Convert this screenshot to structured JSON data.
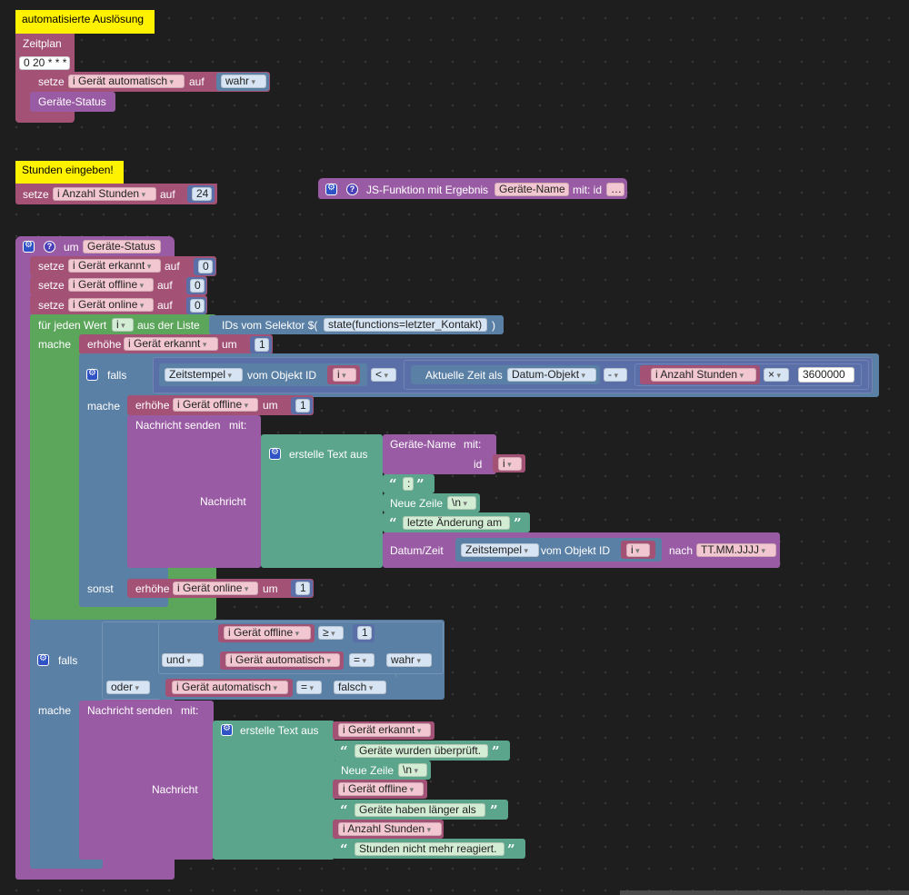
{
  "comments": {
    "auto_trigger": "automatisierte Auslösung",
    "hours_input": "Stunden eingeben!"
  },
  "colors": {
    "background": "#1e1e1e",
    "variables": "#a35276",
    "procedures": "#9a5ba5",
    "logic": "#5b80a5",
    "math": "#5a6ea7",
    "loops": "#5ca65c",
    "text": "#5ba58c",
    "comment": "#fff200"
  },
  "icons": {
    "mutator": "gear-icon",
    "help": "help-icon",
    "dropdown": "chevron-down-icon",
    "quote": "quote-icon"
  },
  "schedule": {
    "label": "Zeitplan",
    "cron": "0 20 * * *",
    "set_label": "setze",
    "var_auto": "i Gerät automatisch",
    "to_label": "auf",
    "value_true": "wahr",
    "call_status": "Geräte-Status"
  },
  "hours": {
    "set_label": "setze",
    "var": "i Anzahl Stunden",
    "to_label": "auf",
    "value": "24"
  },
  "js_func": {
    "label": "JS-Funktion mit Ergebnis",
    "name": "Geräte-Name",
    "with_label": "mit: id",
    "more": "…"
  },
  "proc": {
    "to_label": "um",
    "name": "Geräte-Status",
    "set_label": "setze",
    "to_word": "auf",
    "var_detected": "i Gerät erkannt",
    "var_offline": "i Gerät offline",
    "var_online": "i Gerät online",
    "zero": "0",
    "foreach_label": "für jeden Wert",
    "loop_var": "i",
    "from_list": "aus der Liste",
    "selector_label": "IDs vom Selektor $(",
    "selector_value": "state(functions=letzter_Kontakt)",
    "selector_close": ")",
    "do_label": "mache",
    "inc_label": "erhöhe",
    "by_label": "um",
    "one": "1",
    "if_label": "falls",
    "timestamp_label": "Zeitstempel",
    "of_object": "vom Objekt ID",
    "lt": "<",
    "now_label": "Aktuelle Zeit als",
    "now_format": "Datum-Objekt",
    "minus": "-",
    "times": "×",
    "seconds": "3600000",
    "send_label": "Nachricht senden",
    "with_label": "mit:",
    "message_label": "Nachricht",
    "create_text": "erstelle Text aus",
    "name_call": "Geräte-Name",
    "name_with": "mit:",
    "id_label": "id",
    "colon": ":",
    "newline_label": "Neue Zeile",
    "newline_value": "\\n",
    "last_change": "letzte Änderung am",
    "datetime_label": "Datum/Zeit",
    "after_label": "nach",
    "date_format": "TT.MM.JJJJ",
    "else_label": "sonst"
  },
  "final_if": {
    "if_label": "falls",
    "and_label": "und",
    "or_label": "oder",
    "gte": "≥",
    "one": "1",
    "eq": "=",
    "true_value": "wahr",
    "false_value": "falsch",
    "var_offline": "i Gerät offline",
    "var_auto": "i Gerät automatisch",
    "do_label": "mache",
    "send_label": "Nachricht senden",
    "with_label": "mit:",
    "message_label": "Nachricht",
    "create_text": "erstelle Text aus",
    "var_detected": "i Gerät erkannt",
    "checked_text": " Geräte wurden überprüft.",
    "newline_label": "Neue Zeile",
    "newline_value": "\\n",
    "longer_text": " Geräte haben länger als ",
    "var_hours": "i Anzahl Stunden",
    "hours_text": " Stunden nicht mehr reagiert."
  }
}
